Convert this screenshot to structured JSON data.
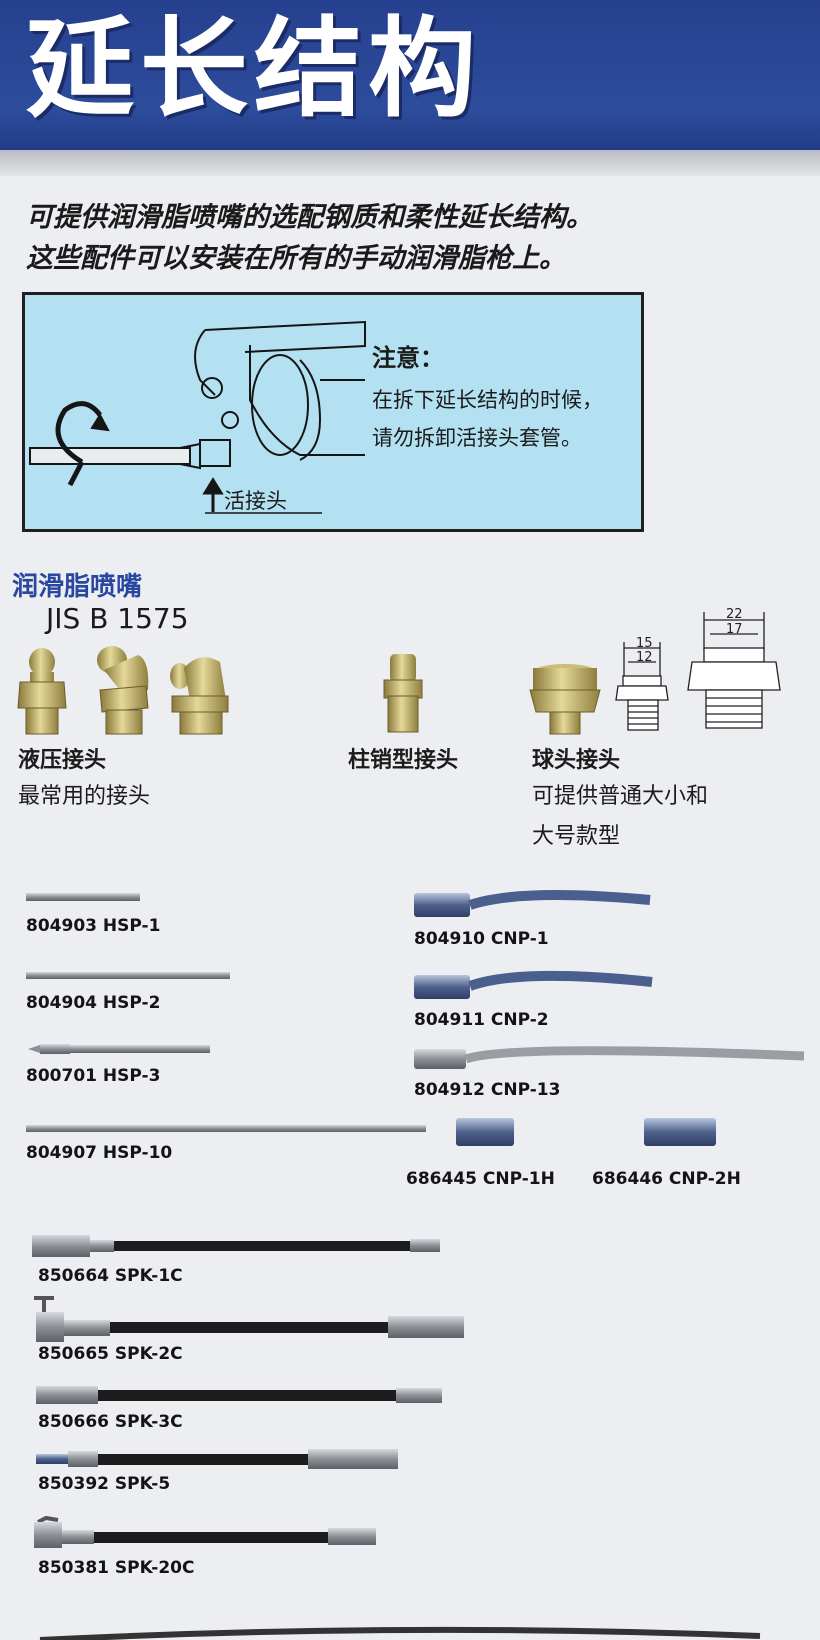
{
  "header": {
    "title": "延长结构"
  },
  "intro": [
    "可提供润滑脂喷嘴的选配钢质和柔性延长结构。",
    "这些配件可以安装在所有的手动润滑脂枪上。"
  ],
  "note": {
    "title": "注意：",
    "lines": [
      "在拆下延长结构的时候，",
      "请勿拆卸活接头套管。"
    ],
    "fitting_label": "活接头"
  },
  "section": {
    "title": "润滑脂喷嘴",
    "standard": "JIS B 1575"
  },
  "categories": [
    {
      "label": "液压接头",
      "desc": [
        "最常用的接头"
      ]
    },
    {
      "label": "柱销型接头",
      "desc": []
    },
    {
      "label": "球头接头",
      "desc": [
        "可提供普通大小和",
        "大号款型"
      ]
    }
  ],
  "dimensions": [
    "15",
    "12",
    "22",
    "17"
  ],
  "parts": [
    "804903 HSP-1",
    "804904 HSP-2",
    "800701 HSP-3",
    "804907 HSP-10",
    "804910 CNP-1",
    "804911 CNP-2",
    "804912 CNP-13",
    "686445 CNP-1H",
    "686446 CNP-2H",
    "850664 SPK-1C",
    "850665 SPK-2C",
    "850666 SPK-3C",
    "850392 SPK-5",
    "850381 SPK-20C"
  ]
}
